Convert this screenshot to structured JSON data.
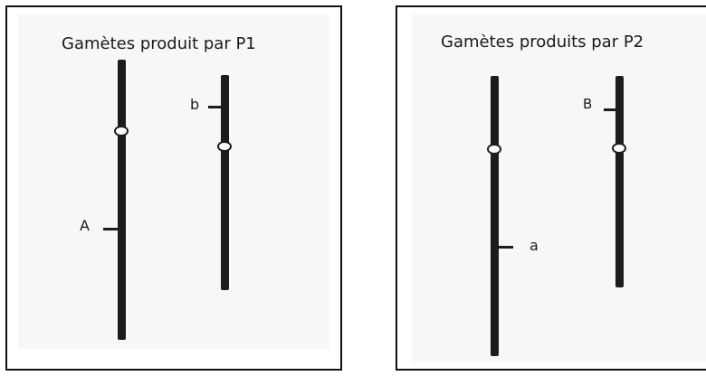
{
  "panels": [
    {
      "title": "Gamètes produit par P1",
      "chromosomes": [
        {
          "allele": "A"
        },
        {
          "allele": "b"
        }
      ]
    },
    {
      "title": "Gamètes produits par P2",
      "chromosomes": [
        {
          "allele": "a"
        },
        {
          "allele": "B"
        }
      ]
    }
  ]
}
